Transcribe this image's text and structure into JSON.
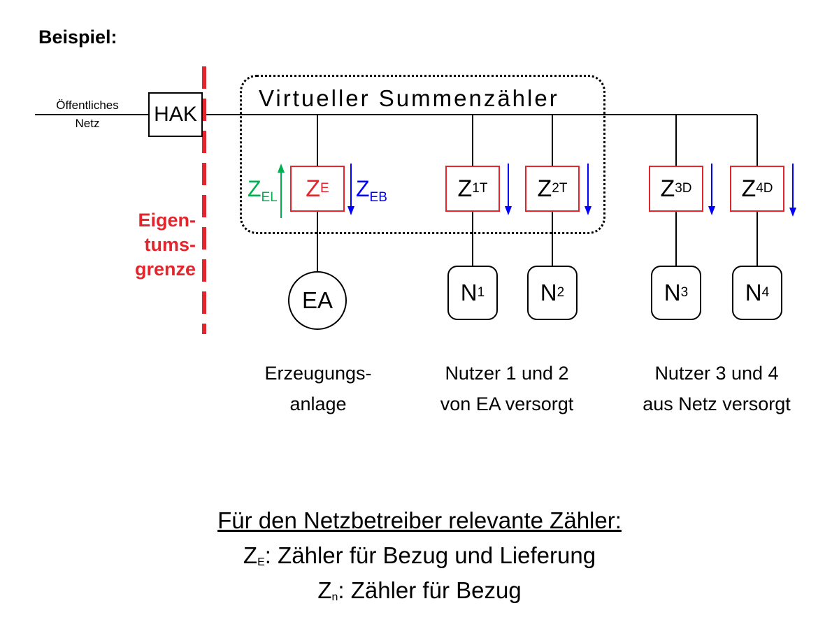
{
  "heading": "Beispiel:",
  "network": {
    "line1": "Öffentliches",
    "line2": "Netz"
  },
  "hak": "HAK",
  "virtual_meter_title": "Virtueller Summenzähler",
  "property_boundary": {
    "line1": "Eigen-",
    "line2": "tums-",
    "line3": "grenze"
  },
  "meters": {
    "ze": {
      "main": "Z",
      "sub": "E"
    },
    "z1t": {
      "main": "Z",
      "sub": "1T"
    },
    "z2t": {
      "main": "Z",
      "sub": "2T"
    },
    "z3d": {
      "main": "Z",
      "sub": "3D"
    },
    "z4d": {
      "main": "Z",
      "sub": "4D"
    }
  },
  "flows": {
    "zel": {
      "main": "Z",
      "sub": "EL"
    },
    "zeb": {
      "main": "Z",
      "sub": "EB"
    }
  },
  "nodes": {
    "ea": "EA",
    "n1": {
      "main": "N",
      "sub": "1"
    },
    "n2": {
      "main": "N",
      "sub": "2"
    },
    "n3": {
      "main": "N",
      "sub": "3"
    },
    "n4": {
      "main": "N",
      "sub": "4"
    }
  },
  "captions": {
    "generator": {
      "line1": "Erzeugungs-",
      "line2": "anlage"
    },
    "users12": {
      "line1": "Nutzer 1 und 2",
      "line2": "von EA versorgt"
    },
    "users34": {
      "line1": "Nutzer 3 und 4",
      "line2": "aus Netz versorgt"
    }
  },
  "legend": {
    "title": "Für den Netzbetreiber relevante Zähler:",
    "ze_symbol": "Z",
    "ze_sub": "E",
    "ze_text": ": Zähler für Bezug und Lieferung",
    "zn_symbol": "Z",
    "zn_sub": "n",
    "zn_text": ": Zähler für Bezug"
  },
  "colors": {
    "meter_border": "#e3262d",
    "boundary": "#e3262d",
    "lieferung": "#00b050",
    "bezug": "#0000ff"
  }
}
